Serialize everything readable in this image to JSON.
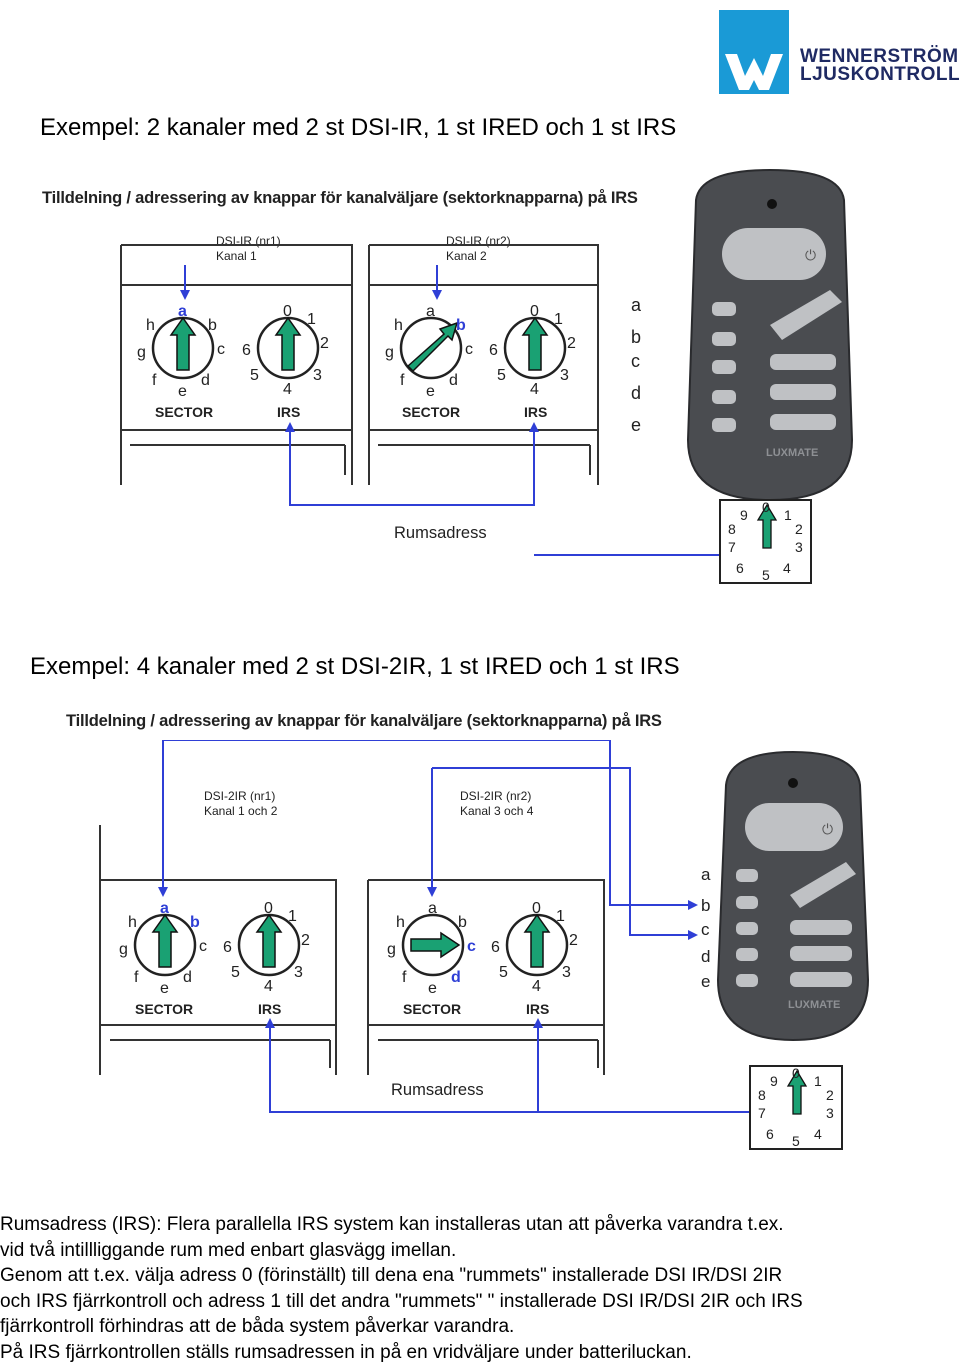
{
  "logo": {
    "line1": "WENNERSTRÖM",
    "line2": "LJUSKONTROLL"
  },
  "example1": {
    "title": "Exempel: 2 kanaler med 2 st DSI-IR, 1 st IRED och 1 st IRS",
    "heading": "Tilldelning / adressering av knappar för kanalväljare (sektorknapparna) på IRS",
    "unit1": {
      "name": "DSI-IR (nr1)",
      "channel": "Kanal 1"
    },
    "unit2": {
      "name": "DSI-IR (nr2)",
      "channel": "Kanal 2"
    },
    "room_label": "Rumsadress",
    "remote_keys": [
      "a",
      "b",
      "c",
      "d",
      "e"
    ]
  },
  "example2": {
    "title": "Exempel: 4 kanaler med 2 st DSI-2IR, 1 st IRED och 1 st IRS",
    "heading": "Tilldelning / adressering av knappar för kanalväljare (sektorknapparna) på IRS",
    "unit1": {
      "name": "DSI-2IR (nr1)",
      "channel": "Kanal 1 och 2"
    },
    "unit2": {
      "name": "DSI-2IR (nr2)",
      "channel": "Kanal 3 och 4"
    },
    "room_label": "Rumsadress",
    "remote_keys": [
      "a",
      "b",
      "c",
      "d",
      "e"
    ]
  },
  "dial_labels": {
    "sector": "SECTOR",
    "irs": "IRS",
    "remote_brand": "LUXMATE"
  },
  "sector_letters": [
    "a",
    "b",
    "c",
    "d",
    "e",
    "f",
    "g",
    "h"
  ],
  "irs_digits": [
    "0",
    "1",
    "2",
    "3",
    "4",
    "5",
    "6"
  ],
  "room_dial_digits": [
    "0",
    "1",
    "2",
    "3",
    "4",
    "5",
    "6",
    "7",
    "8",
    "9"
  ],
  "body_lines": [
    "Rumsadress (IRS): Flera parallella IRS system kan installeras utan att påverka varandra t.ex.",
    "vid två intillliggande rum med enbart glasvägg imellan.",
    "Genom att t.ex. välja adress 0 (förinställt) till dena ena \"rummets\" installerade DSI IR/DSI 2IR",
    "och IRS fjärrkontroll och adress 1 till det andra \"rummets\" \" installerade DSI IR/DSI 2IR och IRS",
    "fjärrkontroll förhindras att de båda system påverkar varandra.",
    "På IRS fjärrkontrollen ställs rumsadressen in på en vridväljare under batteriluckan."
  ],
  "colors": {
    "blue": "#1a9ad6",
    "line_blue": "#2f3fd6",
    "arrow_green": "#1aa173",
    "remote_gray": "#4a4c50"
  }
}
